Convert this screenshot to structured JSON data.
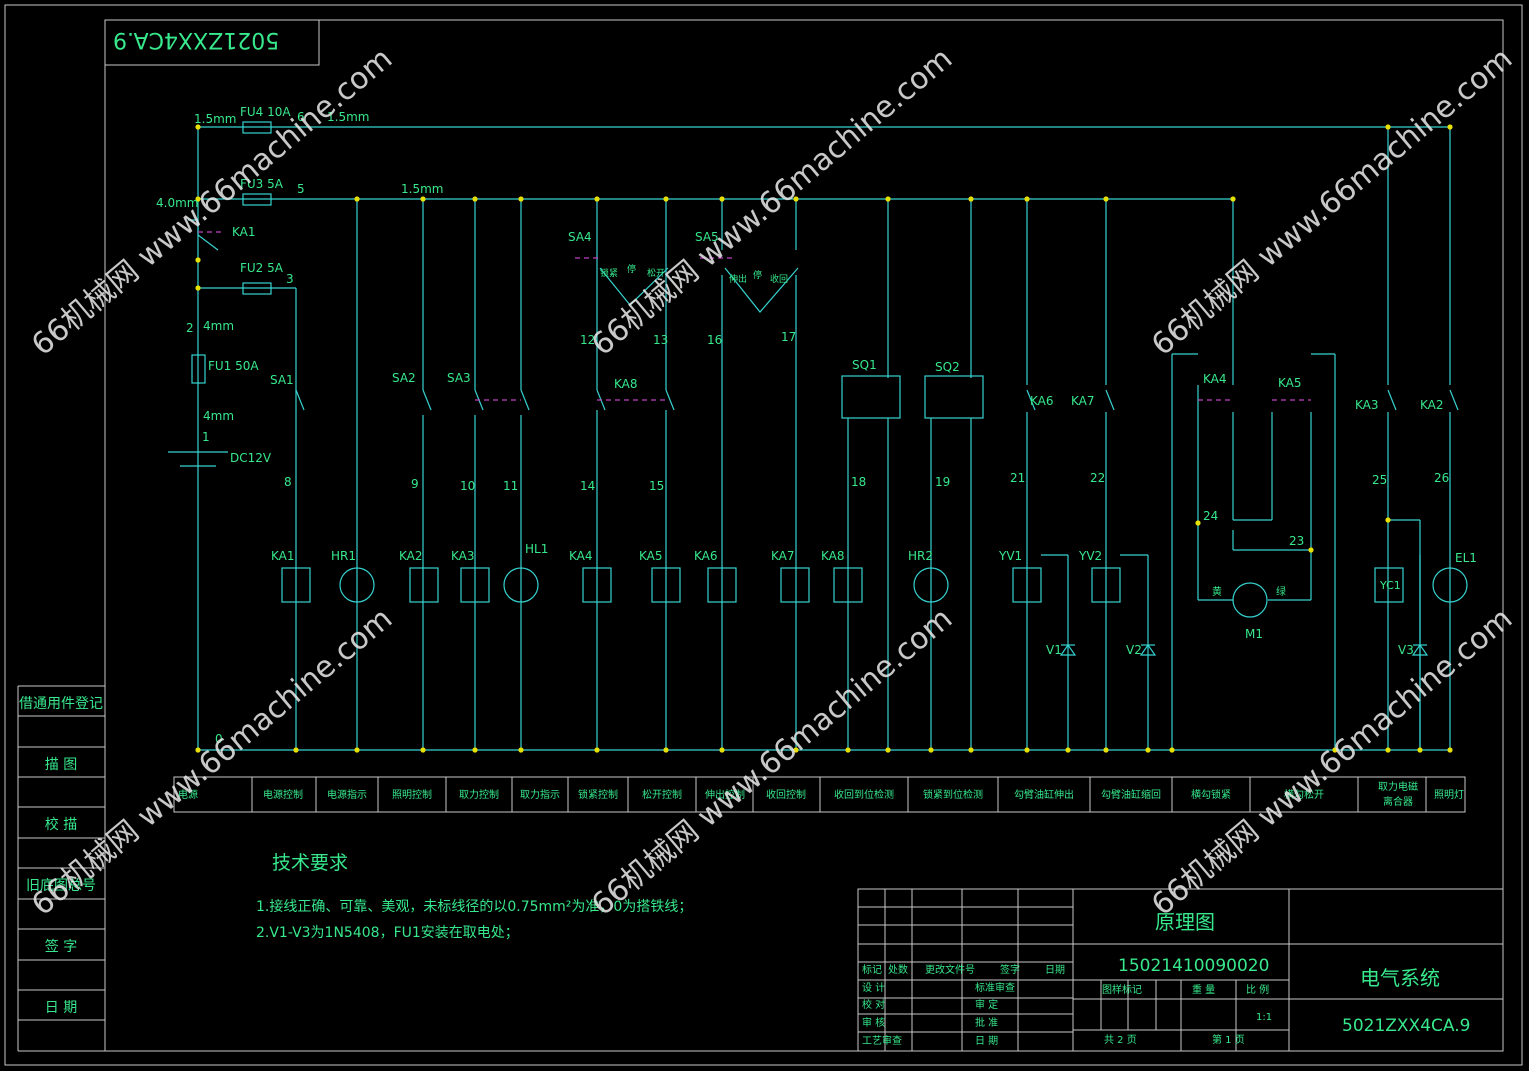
{
  "colors": {
    "background": "#000000",
    "wire": "#35d3d0",
    "text": "#37e88c",
    "frame": "#c8c8c8",
    "node": "#e8e000",
    "link": "#c040c0"
  },
  "drawing_code_top": "5021ZXX4CA.9",
  "watermark": "66机械网 www.66machine.com",
  "power": {
    "fu4": "FU4 10A",
    "fu3": "FU3 5A",
    "fu2": "FU2 5A",
    "fu1": "FU1 50A",
    "w15a": "1.5mm",
    "w15b": "1.5mm",
    "w15c": "1.5mm",
    "w40": "4.0mm",
    "w4a": "4mm",
    "w4b": "4mm",
    "n6": "6",
    "n5": "5",
    "n3": "3",
    "n2": "2",
    "n1": "1",
    "n0": "0",
    "ka1sw": "KA1",
    "battery": "DC12V"
  },
  "switches": {
    "sa1": "SA1",
    "sa2": "SA2",
    "sa3": "SA3",
    "sa4": "SA4",
    "sa5": "SA5",
    "ka8": "KA8",
    "sq1": "SQ1",
    "sq2": "SQ2",
    "ka6": "KA6",
    "ka7": "KA7",
    "ka4": "KA4",
    "ka5": "KA5",
    "ka3": "KA3",
    "ka2": "KA2",
    "sa4_l": "锁紧",
    "sa4_m": "停",
    "sa4_r": "松开",
    "sa5_l": "伸出",
    "sa5_m": "停",
    "sa5_r": "收回"
  },
  "wires": [
    "8",
    "9",
    "10",
    "11",
    "12",
    "13",
    "14",
    "15",
    "16",
    "17",
    "18",
    "19",
    "21",
    "22",
    "24",
    "23",
    "25",
    "26"
  ],
  "loads": [
    "KA1",
    "HR1",
    "KA2",
    "KA3",
    "HL1",
    "KA4",
    "KA5",
    "KA6",
    "KA7",
    "KA8",
    "HR2",
    "YV1",
    "YV2",
    "YC1",
    "EL1",
    "M1",
    "V1",
    "V2",
    "V3"
  ],
  "motor_left": "黄",
  "motor_right": "绿",
  "functions": [
    "电源",
    "电源控制",
    "电源指示",
    "照明控制",
    "取力控制",
    "取力指示",
    "锁紧控制",
    "松开控制",
    "伸出控制",
    "收回控制",
    "收回到位检测",
    "锁紧到位检测",
    "勾臂油缸伸出",
    "勾臂油缸缩回",
    "横勾锁紧",
    "横勾松开",
    "取力电磁",
    "离合器",
    "照明灯"
  ],
  "side_panel": [
    "借通用件登记",
    "描 图",
    "校 描",
    "旧底图总号",
    "签 字",
    "日 期"
  ],
  "tech": {
    "title": "技术要求",
    "line1": "1.接线正确、可靠、美观，未标线径的以0.75mm²为准，0为搭铁线；",
    "line2": "2.V1-V3为1N5408，FU1安装在取电处；"
  },
  "title_block": {
    "name": "原理图",
    "number": "15021410090020",
    "system": "电气系统",
    "code": "5021ZXX4CA.9",
    "mark": "标记",
    "count": "处数",
    "doc": "更改文件号",
    "sign": "签字",
    "date": "日期",
    "design": "设 计",
    "check": "校 对",
    "review": "审 核",
    "process": "工艺审查",
    "std": "标准审查",
    "audit": "审 定",
    "approve": "批 准",
    "day": "日 期",
    "stage": "图样标记",
    "weight": "重 量",
    "scale": "比 例",
    "scale_val": "1:1",
    "total": "共 2 页",
    "page": "第 1 页"
  }
}
